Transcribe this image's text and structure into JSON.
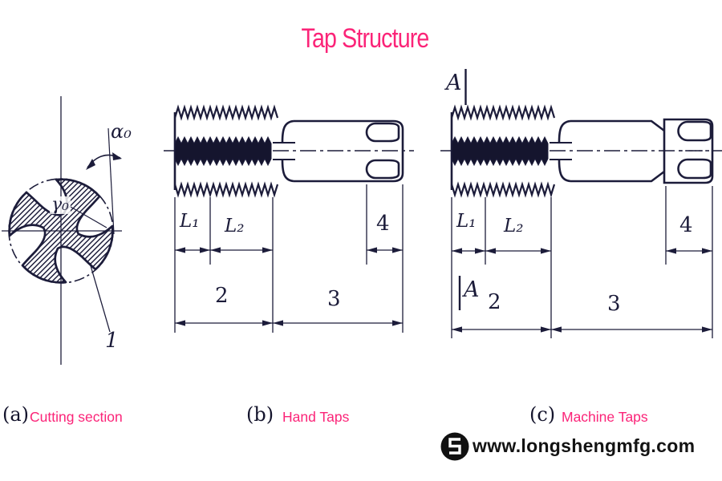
{
  "title": "Tap Structure",
  "figure_a": {
    "label": "(a)",
    "caption": "Cutting section",
    "relief_angle": "α₀",
    "rake_angle": "γ₀",
    "part_number": "1"
  },
  "figure_b": {
    "label": "(b)",
    "caption": "Hand Taps",
    "dims": {
      "l1": "L₁",
      "l2": "L₂",
      "n2": "2",
      "n3": "3",
      "n4": "4"
    }
  },
  "figure_c": {
    "label": "(c)",
    "caption": "Machine Taps",
    "section_marker_top": "A",
    "section_marker_bottom": "A",
    "dims": {
      "l1": "L₁",
      "l2": "L₂",
      "n2": "2",
      "n3": "3",
      "n4": "4"
    }
  },
  "watermark": {
    "site": "www.longshengmfg.com",
    "logo": "longsheng-logo"
  },
  "colors": {
    "accent_pink": "#fb2478",
    "ink": "#1c1c3a",
    "watermark_black": "#131313"
  }
}
